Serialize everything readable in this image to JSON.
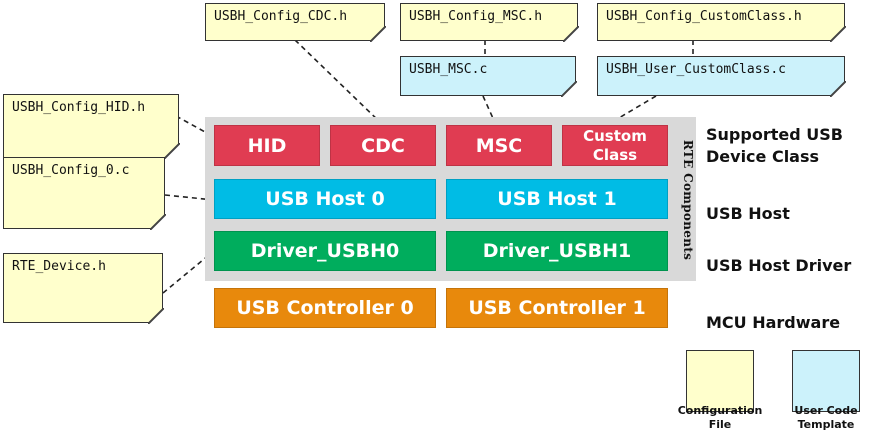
{
  "config_files": {
    "cdc_h": "USBH_Config_CDC.h",
    "msc_h": "USBH_Config_MSC.h",
    "customclass_h": "USBH_Config_CustomClass.h",
    "hid_h": "USBH_Config_HID.h",
    "config0_c": "USBH_Config_0.c",
    "rte_device_h": "RTE_Device.h"
  },
  "templates": {
    "msc_c": "USBH_MSC.c",
    "user_customclass_c": "USBH_User_CustomClass.c"
  },
  "device_classes": {
    "hid": "HID",
    "cdc": "CDC",
    "msc": "MSC",
    "custom_line1": "Custom",
    "custom_line2": "Class"
  },
  "hosts": {
    "host0": "USB Host 0",
    "host1": "USB Host 1"
  },
  "drivers": {
    "driver0": "Driver_USBH0",
    "driver1": "Driver_USBH1"
  },
  "controllers": {
    "controller0": "USB Controller 0",
    "controller1": "USB Controller 1"
  },
  "rte_label": "RTE Components",
  "layers": {
    "device_class_line1": "Supported USB",
    "device_class_line2": "Device Class",
    "host": "USB Host",
    "host_driver": "USB Host Driver",
    "mcu": "MCU Hardware"
  },
  "legend": {
    "config_line1": "Configuration",
    "config_line2": "File",
    "template_line1": "User Code",
    "template_line2": "Template"
  },
  "colors": {
    "class_red": "#e03c52",
    "host_cyan": "#00bce5",
    "driver_green": "#00ad5d",
    "controller_orange": "#e8890c",
    "config_yellow": "#ffffcc",
    "template_blue": "#ccf2fb",
    "rte_gray": "#d9d9d9"
  }
}
